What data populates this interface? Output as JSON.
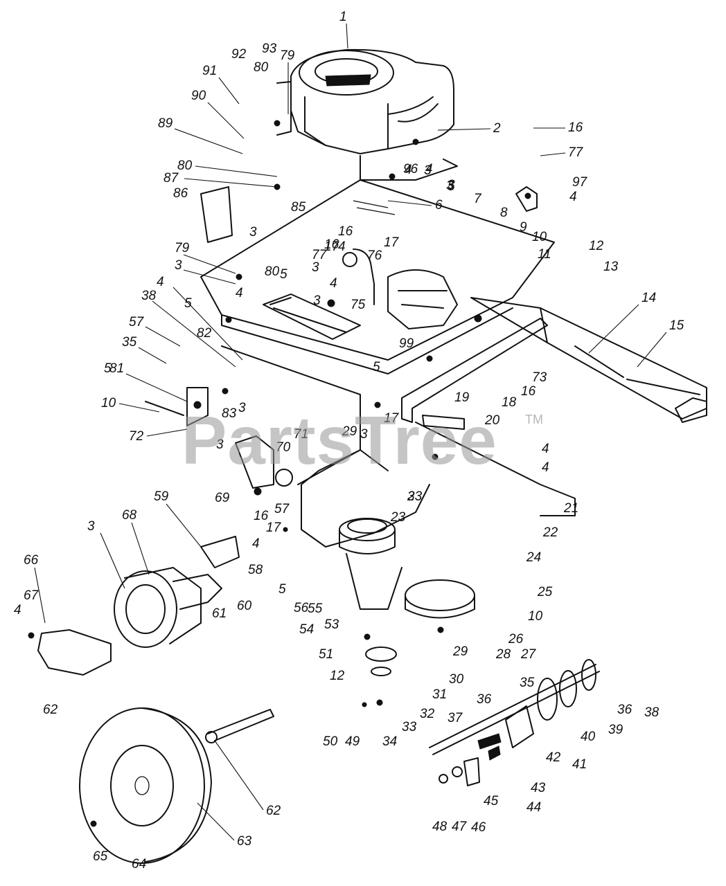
{
  "diagram": {
    "watermark": {
      "text": "PartsTree",
      "trademark": "TM"
    },
    "callouts": [
      {
        "label": "1"
      },
      {
        "label": "2"
      },
      {
        "label": "3"
      },
      {
        "label": "3"
      },
      {
        "label": "4"
      },
      {
        "label": "5"
      },
      {
        "label": "6"
      },
      {
        "label": "7"
      },
      {
        "label": "8"
      },
      {
        "label": "9"
      },
      {
        "label": "10"
      },
      {
        "label": "11"
      },
      {
        "label": "12"
      },
      {
        "label": "13"
      },
      {
        "label": "14"
      },
      {
        "label": "15"
      },
      {
        "label": "16"
      },
      {
        "label": "17"
      },
      {
        "label": "18"
      },
      {
        "label": "19"
      },
      {
        "label": "20"
      },
      {
        "label": "21"
      },
      {
        "label": "22"
      },
      {
        "label": "23"
      },
      {
        "label": "24"
      },
      {
        "label": "25"
      },
      {
        "label": "26"
      },
      {
        "label": "27"
      },
      {
        "label": "28"
      },
      {
        "label": "29"
      },
      {
        "label": "30"
      },
      {
        "label": "31"
      },
      {
        "label": "32"
      },
      {
        "label": "33"
      },
      {
        "label": "34"
      },
      {
        "label": "35"
      },
      {
        "label": "36"
      },
      {
        "label": "36"
      },
      {
        "label": "37"
      },
      {
        "label": "38"
      },
      {
        "label": "39"
      },
      {
        "label": "40"
      },
      {
        "label": "41"
      },
      {
        "label": "42"
      },
      {
        "label": "43"
      },
      {
        "label": "44"
      },
      {
        "label": "45"
      },
      {
        "label": "46"
      },
      {
        "label": "47"
      },
      {
        "label": "48"
      },
      {
        "label": "49"
      },
      {
        "label": "50"
      },
      {
        "label": "51"
      },
      {
        "label": "53"
      },
      {
        "label": "54"
      },
      {
        "label": "55"
      },
      {
        "label": "56"
      },
      {
        "label": "5"
      },
      {
        "label": "58"
      },
      {
        "label": "59"
      },
      {
        "label": "57"
      },
      {
        "label": "60"
      },
      {
        "label": "61"
      },
      {
        "label": "62"
      },
      {
        "label": "62"
      },
      {
        "label": "63"
      },
      {
        "label": "64"
      },
      {
        "label": "65"
      },
      {
        "label": "66"
      },
      {
        "label": "67"
      },
      {
        "label": "4"
      },
      {
        "label": "3"
      },
      {
        "label": "68"
      },
      {
        "label": "69"
      },
      {
        "label": "16"
      },
      {
        "label": "17"
      },
      {
        "label": "4"
      },
      {
        "label": "3"
      },
      {
        "label": "70"
      },
      {
        "label": "71"
      },
      {
        "label": "72"
      },
      {
        "label": "10"
      },
      {
        "label": "81"
      },
      {
        "label": "35"
      },
      {
        "label": "57"
      },
      {
        "label": "82"
      },
      {
        "label": "83"
      },
      {
        "label": "3"
      },
      {
        "label": "4"
      },
      {
        "label": "38"
      },
      {
        "label": "5"
      },
      {
        "label": "79"
      },
      {
        "label": "3"
      },
      {
        "label": "4"
      },
      {
        "label": "80"
      },
      {
        "label": "5"
      },
      {
        "label": "77"
      },
      {
        "label": "4"
      },
      {
        "label": "3"
      },
      {
        "label": "3"
      },
      {
        "label": "4"
      },
      {
        "label": "16"
      },
      {
        "label": "17"
      },
      {
        "label": "76"
      },
      {
        "label": "75"
      },
      {
        "label": "99"
      },
      {
        "label": "5"
      },
      {
        "label": "73"
      },
      {
        "label": "16"
      },
      {
        "label": "17"
      },
      {
        "label": "29"
      },
      {
        "label": "3"
      },
      {
        "label": "4"
      },
      {
        "label": "4"
      },
      {
        "label": "3"
      },
      {
        "label": "23"
      },
      {
        "label": "10"
      },
      {
        "label": "12"
      },
      {
        "label": "16"
      },
      {
        "label": "77"
      },
      {
        "label": "97"
      },
      {
        "label": "4"
      },
      {
        "label": "3"
      },
      {
        "label": "85"
      },
      {
        "label": "86"
      },
      {
        "label": "87"
      },
      {
        "label": "80"
      },
      {
        "label": "89"
      },
      {
        "label": "90"
      },
      {
        "label": "91"
      },
      {
        "label": "92"
      },
      {
        "label": "93"
      },
      {
        "label": "80"
      },
      {
        "label": "79"
      },
      {
        "label": "96"
      },
      {
        "label": "4"
      },
      {
        "label": "3"
      },
      {
        "label": "5"
      },
      {
        "label": "35"
      }
    ]
  }
}
